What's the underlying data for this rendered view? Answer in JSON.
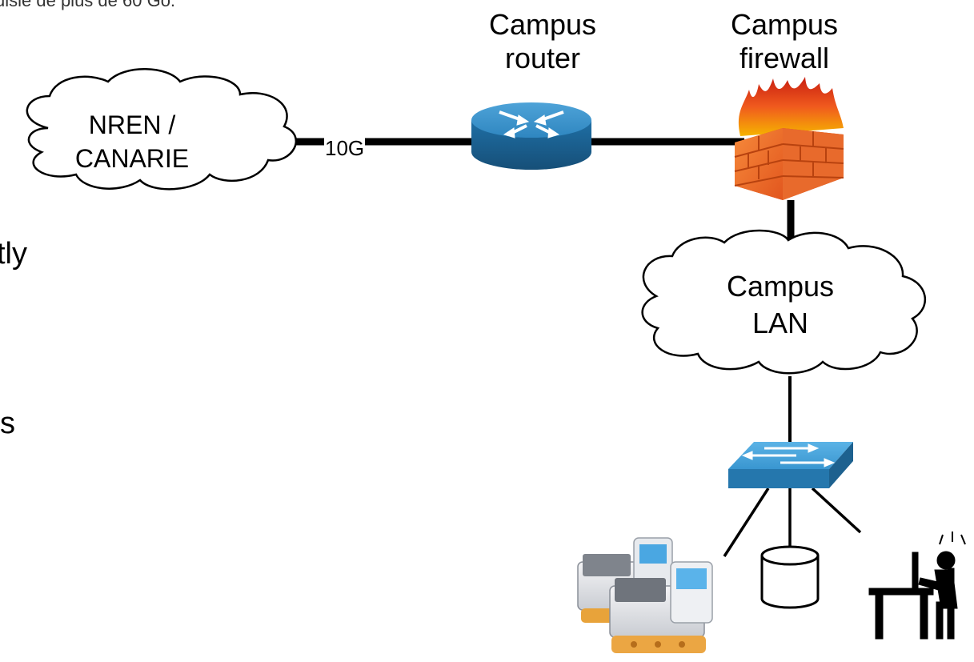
{
  "slide_fragments": {
    "top_cut_text": "uisie de plus de 60 Go.",
    "left_fragment_1": "tly",
    "left_fragment_2": "s"
  },
  "nodes": {
    "nren": {
      "label_line1": "NREN /",
      "label_line2": "CANARIE",
      "icon": "cloud-icon"
    },
    "router": {
      "label_line1": "Campus",
      "label_line2": "router",
      "icon": "router-icon",
      "color": "#2a7ab0"
    },
    "firewall": {
      "label_line1": "Campus",
      "label_line2": "firewall",
      "icon": "firewall-icon",
      "color": "#e8602a"
    },
    "lan": {
      "label_line1": "Campus",
      "label_line2": "LAN",
      "icon": "cloud-icon"
    },
    "switch": {
      "icon": "switch-icon",
      "color": "#2a8cc8"
    },
    "storage": {
      "icon": "storage-cylinder-icon"
    },
    "instruments": {
      "icon": "lab-instrument-icon"
    },
    "user": {
      "icon": "user-at-desk-icon"
    }
  },
  "links": {
    "uplink_label": "10G"
  }
}
